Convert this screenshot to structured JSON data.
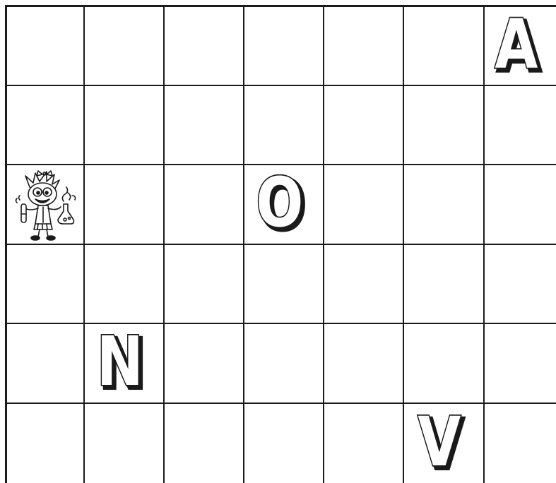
{
  "grid": {
    "rows": 6,
    "cols": 7,
    "letter_tiles": [
      {
        "row": 0,
        "col": 6,
        "letter": "A",
        "name": "letter-tile-a"
      },
      {
        "row": 2,
        "col": 3,
        "letter": "O",
        "name": "letter-tile-o"
      },
      {
        "row": 4,
        "col": 1,
        "letter": "N",
        "name": "letter-tile-n"
      },
      {
        "row": 5,
        "col": 5,
        "letter": "V",
        "name": "letter-tile-v"
      }
    ],
    "player": {
      "row": 2,
      "col": 0,
      "name": "scientist-character"
    }
  },
  "colors": {
    "grid_line": "#1a1a1a",
    "letter_fill": "#ffffff",
    "letter_shadow": "#1a1a1a",
    "background": "#ffffff"
  }
}
